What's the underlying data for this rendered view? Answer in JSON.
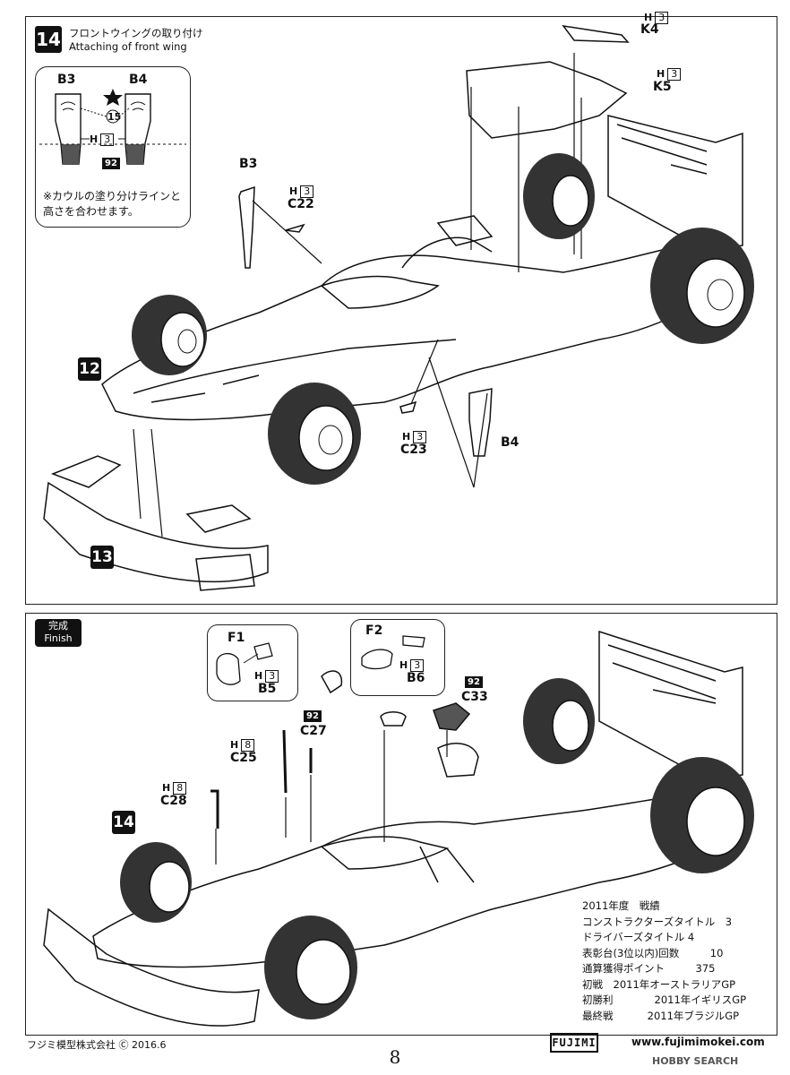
{
  "step14": {
    "number": "14",
    "title_ja": "フロントウイングの取り付け",
    "title_en": "Attaching of front wing",
    "inset": {
      "label_b3": "B3",
      "label_b4": "B4",
      "circle_num": "15",
      "h_label": "H",
      "h_num": "3",
      "paint_code": "92",
      "note": "※カウルの塗り分けラインと高さを合わせます。"
    },
    "parts": {
      "k4": "K4",
      "k4_h": "H",
      "k4_num": "3",
      "k5": "K5",
      "k5_h": "H",
      "k5_num": "3",
      "b3": "B3",
      "c22": "C22",
      "c22_h": "H",
      "c22_num": "3",
      "c23": "C23",
      "c23_h": "H",
      "c23_num": "3",
      "b4": "B4"
    },
    "callout_12": "12",
    "callout_13": "13"
  },
  "finish": {
    "label_ja": "完成",
    "label_en": "Finish",
    "parts": {
      "f1": "F1",
      "b5": "B5",
      "b5_h": "H",
      "b5_num": "3",
      "f2": "F2",
      "b6": "B6",
      "b6_h": "H",
      "b6_num": "3",
      "c33": "C33",
      "c33_code": "92",
      "c27": "C27",
      "c27_code": "92",
      "c25": "C25",
      "c25_h": "H",
      "c25_num": "8",
      "c28": "C28",
      "c28_h": "H",
      "c28_num": "8"
    },
    "callout_14": "14"
  },
  "record": [
    "2011年度　戦績",
    "コンストラクターズタイトル　3",
    "ドライバーズタイトル 4",
    "表彰台(3位以内)回数　　　10",
    "通算獲得ポイント　　　375",
    "初戦　2011年オーストラリアGP",
    "初勝利　　　　2011年イギリスGP",
    "最終戦　　　 2011年ブラジルGP"
  ],
  "footer": {
    "company": "フジミ模型株式会社 Ⓒ 2016.6",
    "page_number": "8",
    "brand_logo": "FUJIMI",
    "website": "www.fujimimokei.com",
    "watermark": "HOBBY SEARCH"
  }
}
